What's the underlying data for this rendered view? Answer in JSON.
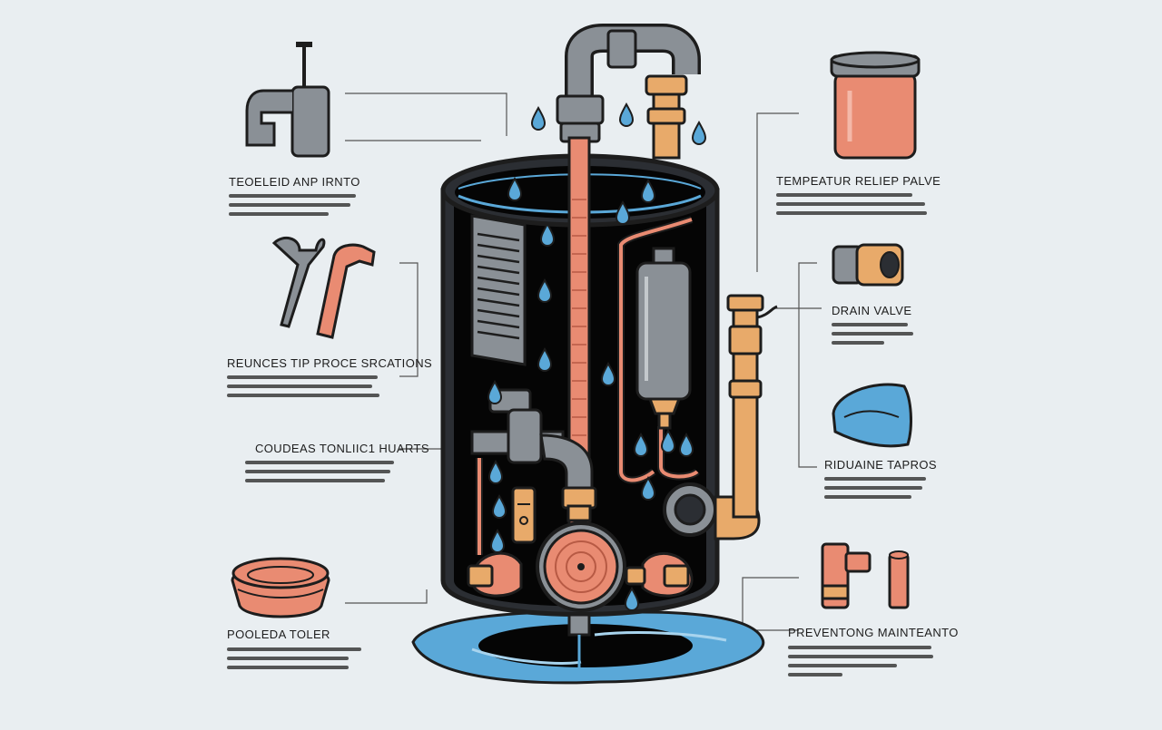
{
  "labels": {
    "top_left": "TEOELEID ANP IRNTO",
    "mid_left": "REUNCES TIP PROCE SRCATIONS",
    "lower_left": "COUDEAS TONLIIC1 HUARTS",
    "bottom_left": "POOLEDA TOLER",
    "top_right": "TEMPEATUR RELIEP PALVE",
    "mid_right": "DRAIN VALVE",
    "lower_right": "RIDUAINE TAPROS",
    "bottom_right": "PREVENTONG MAINTEANTO"
  },
  "colors": {
    "background": "#e9eef1",
    "outline": "#1d1d1d",
    "tank_interior": "#050505",
    "pipe_grey": "#8a9096",
    "copper": "#e98b72",
    "brass": "#e8aa6a",
    "water": "#5aa8d8"
  }
}
